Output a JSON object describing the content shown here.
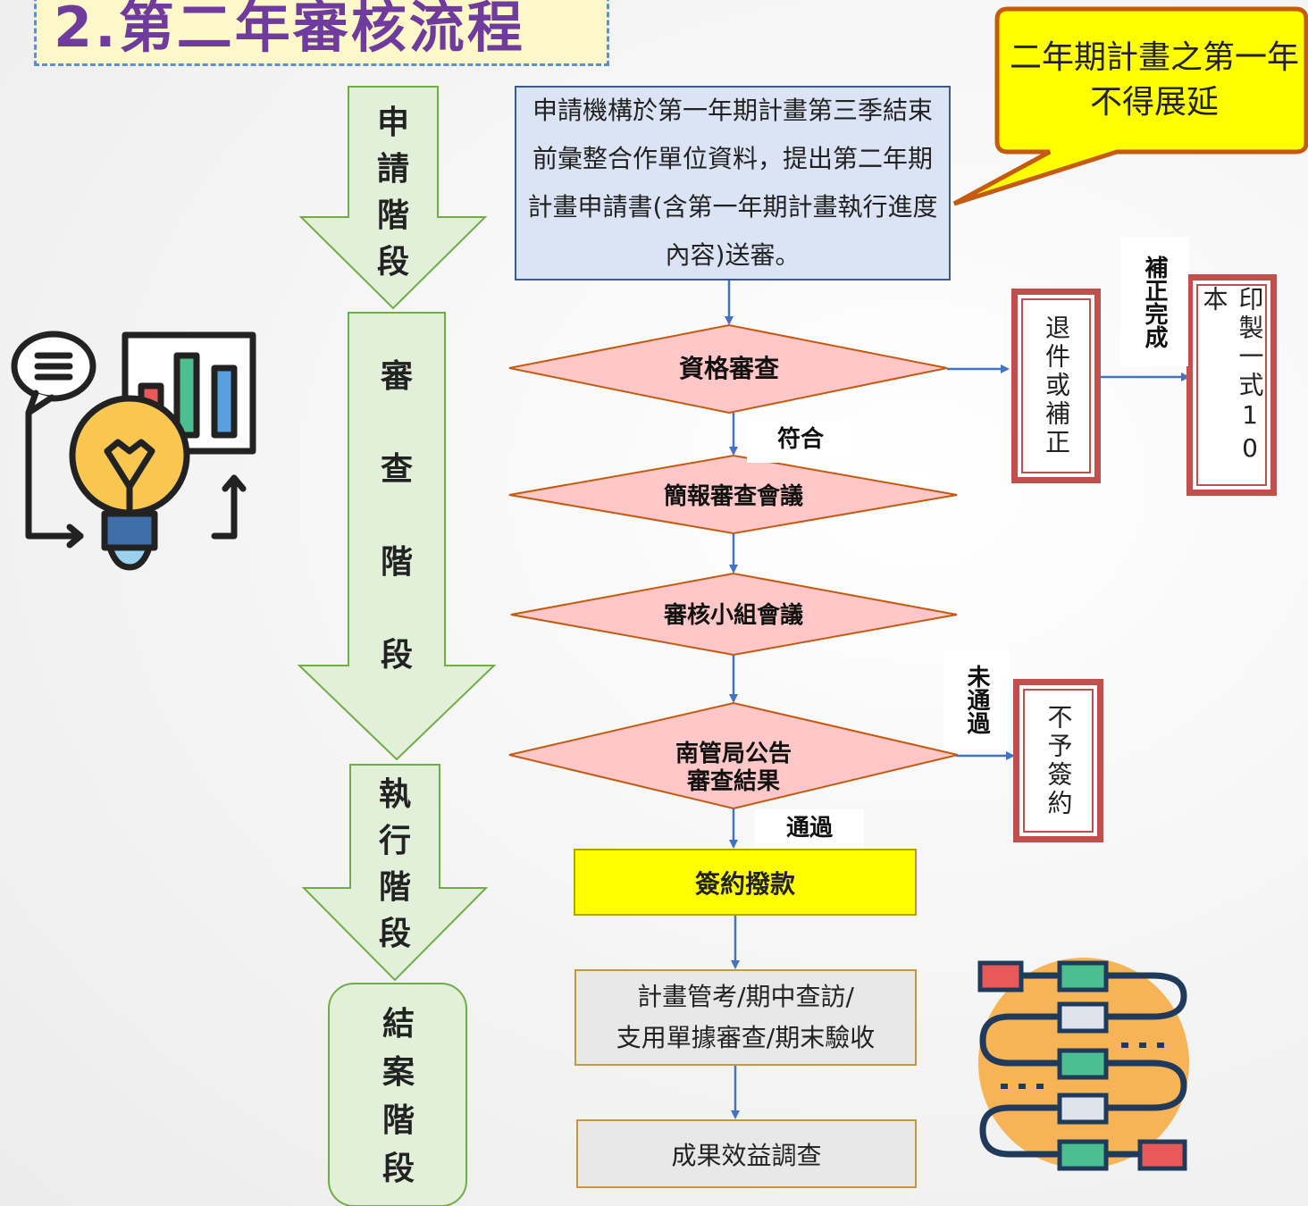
{
  "title": "2.第二年審核流程",
  "callout": "二年期計畫之第一年不得展延",
  "stages": {
    "apply": "申請階段",
    "review": "審查階段",
    "execute": "執行階段",
    "close": "結案階段"
  },
  "nodes": {
    "apply": "申請機構於第一年期計畫第三季結束前彙整合作單位資料，提出第二年期計畫申請書(含第一年期計畫執行進度內容)送審。",
    "qualification": "資格審查",
    "briefing": "簡報審查會議",
    "committee": "審核小組會議",
    "announce_line1": "南管局公告",
    "announce_line2": "審查結果",
    "sign": "簽約撥款",
    "manage_line1": "計畫管考/期中查訪/",
    "manage_line2": "支用單據審查/期末驗收",
    "survey": "成果效益調查"
  },
  "side": {
    "return": "退件或補正",
    "print": "印製一式10本",
    "reject": "不予簽約"
  },
  "labels": {
    "match": "符合",
    "fix_done": "補正完成",
    "not_pass": "未通過",
    "pass": "通過"
  },
  "colors": {
    "title": "#6f3c9e",
    "stage_fill": "#e2efd9",
    "stage_stroke": "#70ad47",
    "diamond_fill": "#ffc7c7",
    "diamond_stroke": "#c55a11",
    "arrow": "#4472c4",
    "callout": "#ffff00",
    "callout_stroke": "#c55a11"
  }
}
